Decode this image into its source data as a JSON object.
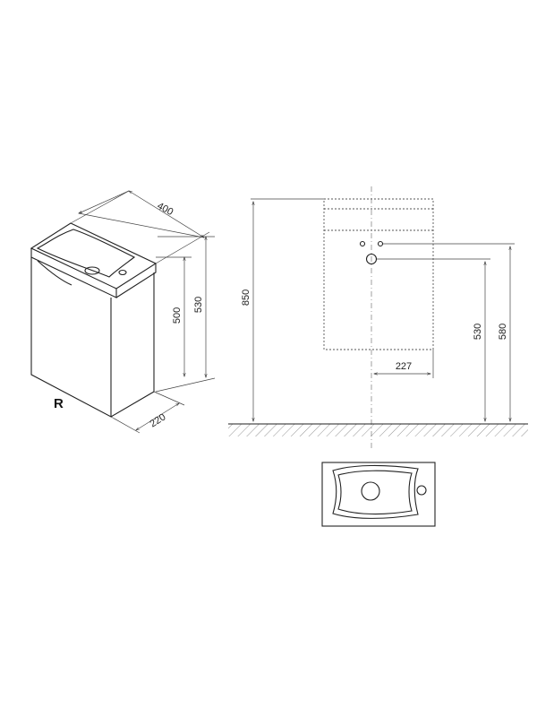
{
  "labels": {
    "variant": "R",
    "iso_width": "400",
    "iso_depth": "220",
    "iso_height_cabinet": "500",
    "iso_height_total": "530",
    "front_floor_height": "850",
    "front_drain_height": "530",
    "front_supply_height": "580",
    "front_offset": "227"
  }
}
